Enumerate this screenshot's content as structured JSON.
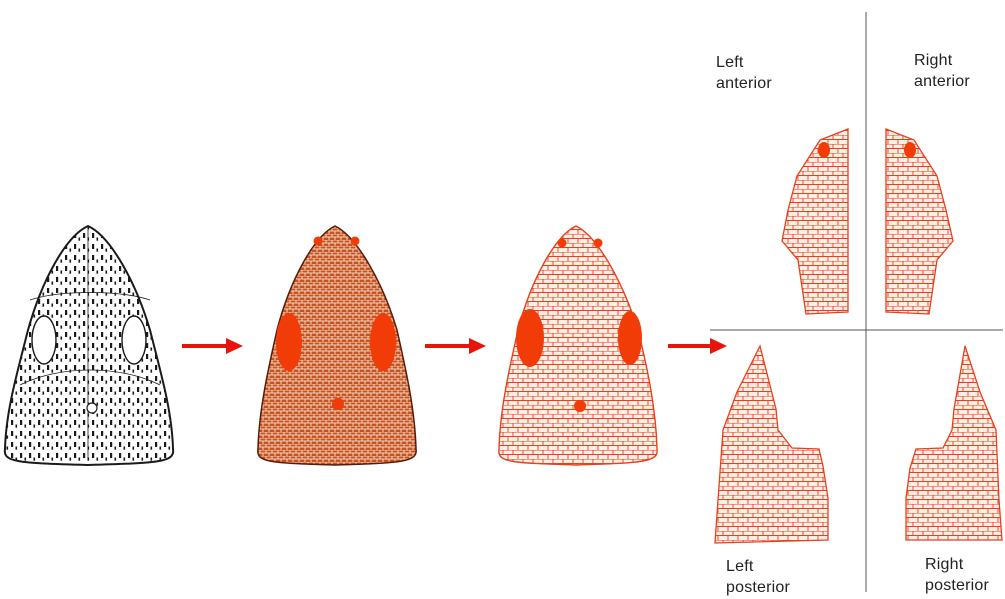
{
  "colors": {
    "background": "#ffffff",
    "ink": "#1a1a1a",
    "mesh": "#e8401c",
    "fill_light": "#fdeee6",
    "fill_dark": "#c7541f",
    "solid": "#f13c08",
    "arrow": "#e8140c",
    "divider": "#555555"
  },
  "icons": [
    "right-arrow-icon",
    "right-arrow-icon",
    "right-arrow-icon"
  ],
  "quadrant_labels": {
    "left_anterior": {
      "line1": "Left",
      "line2": "anterior"
    },
    "right_anterior": {
      "line1": "Right",
      "line2": "anterior"
    },
    "left_posterior": {
      "line1": "Left",
      "line2": "posterior"
    },
    "right_posterior": {
      "line1": "Right",
      "line2": "posterior"
    }
  }
}
